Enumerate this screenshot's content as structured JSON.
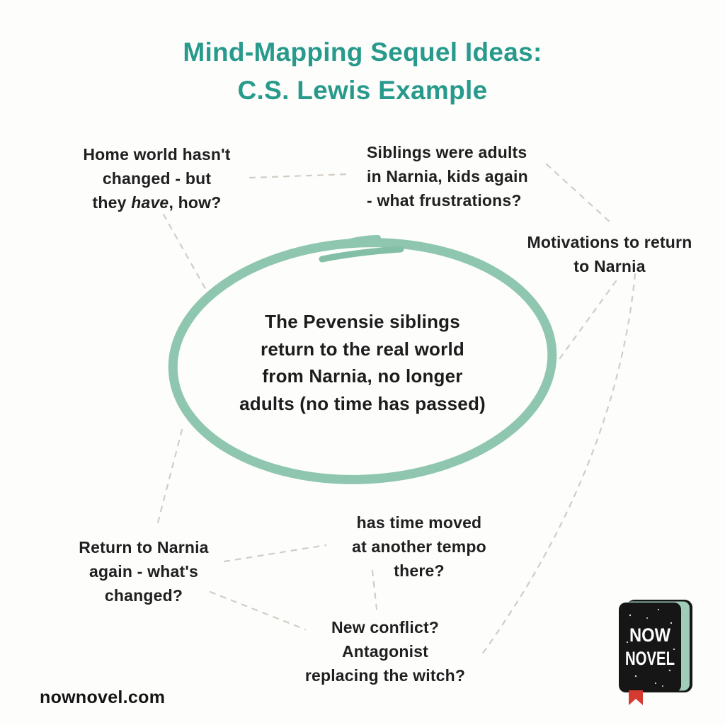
{
  "title": {
    "lines": [
      "Mind-Mapping Sequel Ideas:",
      "C.S. Lewis Example"
    ]
  },
  "central_node": {
    "lines": [
      "The Pevensie siblings",
      "return to the real world",
      "from Narnia, no longer",
      "adults (no time has passed)"
    ]
  },
  "nodes": {
    "home_world": {
      "lines": [
        "Home world hasn't",
        "changed - but"
      ],
      "line3": {
        "pre": "they ",
        "italic": "have",
        "post": ", how?"
      }
    },
    "siblings": {
      "lines": [
        "Siblings were adults",
        "in Narnia, kids again",
        "- what frustrations?"
      ]
    },
    "motivations": {
      "lines": [
        "Motivations to return",
        "to Narnia"
      ]
    },
    "return_narnia": {
      "lines": [
        "Return to Narnia",
        "again - what's",
        "changed?"
      ]
    },
    "time_tempo": {
      "lines": [
        "has time moved",
        "at another tempo",
        "there?"
      ]
    },
    "new_conflict": {
      "lines": [
        "New conflict?",
        "Antagonist",
        "replacing the witch?"
      ]
    }
  },
  "footer": {
    "website": "nownovel.com"
  },
  "logo": {
    "line1": "NOW",
    "line2": "NOVEL"
  },
  "colors": {
    "title_teal": "#289a8c",
    "ellipse_green": "#8ec6b0",
    "text_dark": "#1f1f1f",
    "connector_gray": "#d2cdc4",
    "logo_black": "#161616",
    "logo_pages_green": "#9ecdb8",
    "logo_red": "#d63b2f",
    "background": "#fdfdfc"
  }
}
